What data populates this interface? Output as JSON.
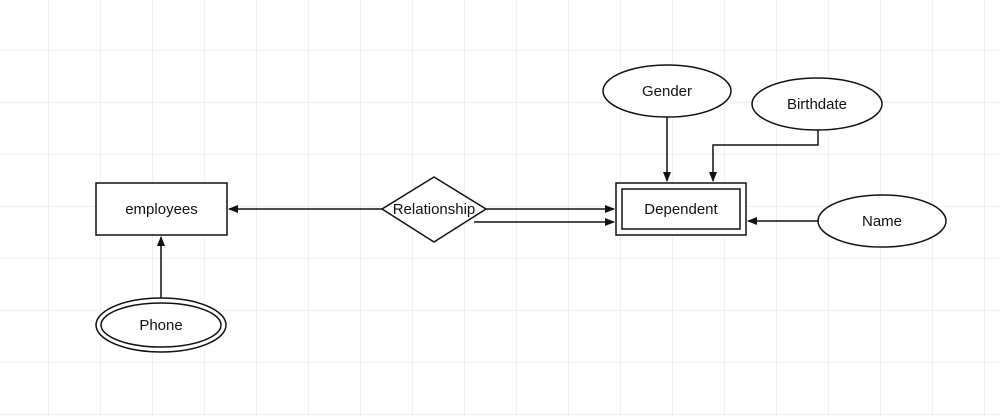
{
  "theme": {
    "grid_color": "#e3e3e3",
    "stroke_color": "#111111",
    "fill_color": "#ffffff"
  },
  "diagram": {
    "entities": {
      "employees": "employees",
      "dependent": "Dependent"
    },
    "relationship": "Relationship",
    "attributes": {
      "phone": "Phone",
      "gender": "Gender",
      "birthdate": "Birthdate",
      "name": "Name"
    }
  }
}
